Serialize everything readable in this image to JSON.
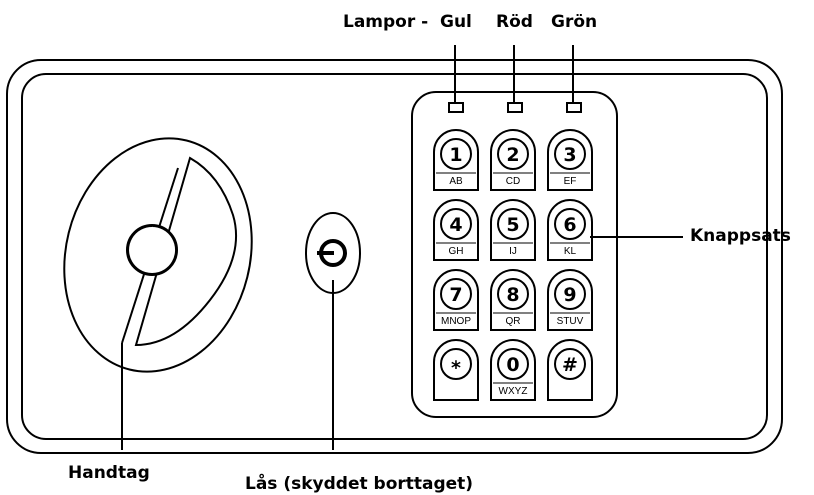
{
  "labels": {
    "lamps_prefix": "Lampor -",
    "lamp_yellow": "Gul",
    "lamp_red": "Röd",
    "lamp_green": "Grön",
    "keypad": "Knappsats",
    "handle": "Handtag",
    "lock": "Lås (skyddet borttaget)"
  },
  "keypad": {
    "keys": [
      {
        "symbol": "1",
        "letters": "AB"
      },
      {
        "symbol": "2",
        "letters": "CD"
      },
      {
        "symbol": "3",
        "letters": "EF"
      },
      {
        "symbol": "4",
        "letters": "GH"
      },
      {
        "symbol": "5",
        "letters": "IJ"
      },
      {
        "symbol": "6",
        "letters": "KL"
      },
      {
        "symbol": "7",
        "letters": "MNOP"
      },
      {
        "symbol": "8",
        "letters": "QR"
      },
      {
        "symbol": "9",
        "letters": "STUV"
      },
      {
        "symbol": "*",
        "letters": ""
      },
      {
        "symbol": "0",
        "letters": "WXYZ"
      },
      {
        "symbol": "#",
        "letters": ""
      }
    ]
  },
  "colors": {
    "stroke": "#000000",
    "background": "#ffffff"
  }
}
